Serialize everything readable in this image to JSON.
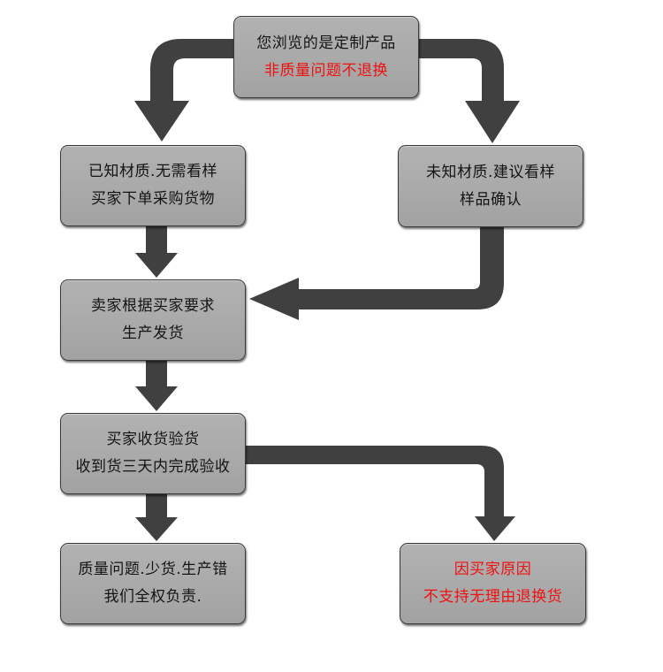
{
  "colors": {
    "box_fill": "#aaaaaa",
    "arrow": "#404040",
    "text": "#141414",
    "warning_text": "#ee1111"
  },
  "nodes": {
    "top": {
      "line1": "您浏览的是定制产品",
      "line2": "非质量问题不退换"
    },
    "known_material": {
      "line1": "已知材质.无需看样",
      "line2": "买家下单采购货物"
    },
    "unknown_material": {
      "line1": "未知材质.建议看样",
      "line2": "样品确认"
    },
    "production": {
      "line1": "卖家根据买家要求",
      "line2": "生产发货"
    },
    "inspection": {
      "line1": "买家收货验货",
      "line2": "收到货三天内完成验收"
    },
    "seller_fault": {
      "line1": "质量问题.少货.生产错",
      "line2": "我们全权负责."
    },
    "buyer_fault": {
      "line1": "因买家原因",
      "line2": "不支持无理由退换货"
    }
  },
  "edges": [
    {
      "from": "top",
      "to": "known_material"
    },
    {
      "from": "top",
      "to": "unknown_material"
    },
    {
      "from": "known_material",
      "to": "production"
    },
    {
      "from": "unknown_material",
      "to": "production"
    },
    {
      "from": "production",
      "to": "inspection"
    },
    {
      "from": "inspection",
      "to": "seller_fault"
    },
    {
      "from": "inspection",
      "to": "buyer_fault"
    }
  ]
}
